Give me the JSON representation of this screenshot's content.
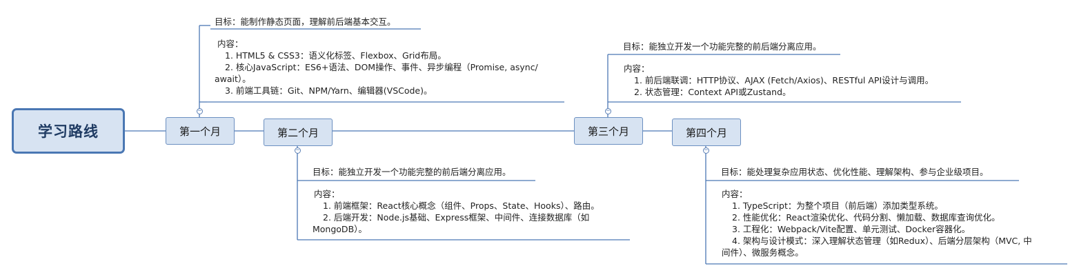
{
  "root": "学习路线",
  "months": [
    {
      "label": "第一个月",
      "goal": "目标：能制作静态页面，理解前后端基本交互。",
      "content_title": "内容：",
      "items": [
        "1. HTML5 & CSS3：语义化标签、Flexbox、Grid布局。",
        "2. 核心JavaScript：ES6+语法、DOM操作、事件、异步编程（Promise, async/",
        "await）。",
        "3. 前端工具链：Git、NPM/Yarn、编辑器(VSCode)。"
      ]
    },
    {
      "label": "第二个月",
      "goal": "目标：能独立开发一个功能完整的前后端分离应用。",
      "content_title": "内容：",
      "items": [
        "1. 前端框架：React核心概念（组件、Props、State、Hooks）、路由。",
        "2. 后端开发：Node.js基础、Express框架、中间件、连接数据库（如",
        "MongoDB）。"
      ]
    },
    {
      "label": "第三个月",
      "goal": "目标：能独立开发一个功能完整的前后端分离应用。",
      "content_title": "内容：",
      "items": [
        "1. 前后端联调：HTTP协议、AJAX (Fetch/Axios)、RESTful API设计与调用。",
        "2. 状态管理：Context API或Zustand。"
      ]
    },
    {
      "label": "第四个月",
      "goal": "目标：能处理复杂应用状态、优化性能、理解架构、参与企业级项目。",
      "content_title": "内容：",
      "items": [
        "1. TypeScript：为整个项目（前后端）添加类型系统。",
        "2. 性能优化：React渲染优化、代码分割、懒加载、数据库查询优化。",
        "3. 工程化：Webpack/Vite配置、单元测试、Docker容器化。",
        "4. 架构与设计模式：深入理解状态管理（如Redux）、后端分层架构（MVC, 中",
        "间件）、微服务概念。"
      ]
    }
  ],
  "colors": {
    "line": "#4a77b3",
    "node_fill": "#d7e3f2",
    "root_border": "#4a77b3"
  }
}
